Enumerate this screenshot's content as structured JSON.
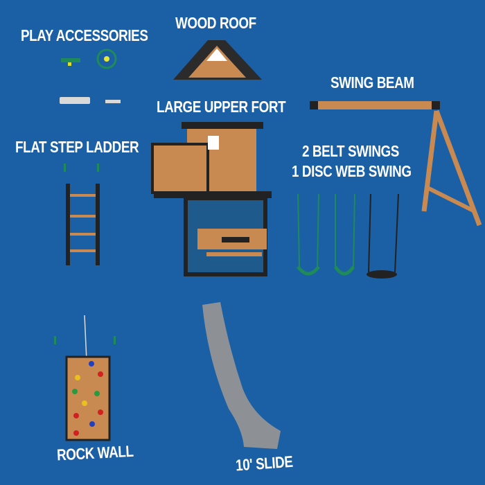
{
  "labels": {
    "play_accessories": "PLAY ACCESSORIES",
    "wood_roof": "WOOD ROOF",
    "swing_beam": "SWING BEAM",
    "large_upper_fort": "LARGE UPPER FORT",
    "flat_step_ladder": "FLAT STEP LADDER",
    "belt_swings": "2 BELT SWINGS",
    "disc_web_swing": "1 DISC WEB SWING",
    "rock_wall": "ROCK WALL",
    "slide": "10' SLIDE"
  },
  "colors": {
    "background": "#1b5fa4",
    "wood": "#c98a52",
    "frame": "#222222",
    "slide": "#8d9196",
    "accessory_green": "#1f8a5a"
  }
}
